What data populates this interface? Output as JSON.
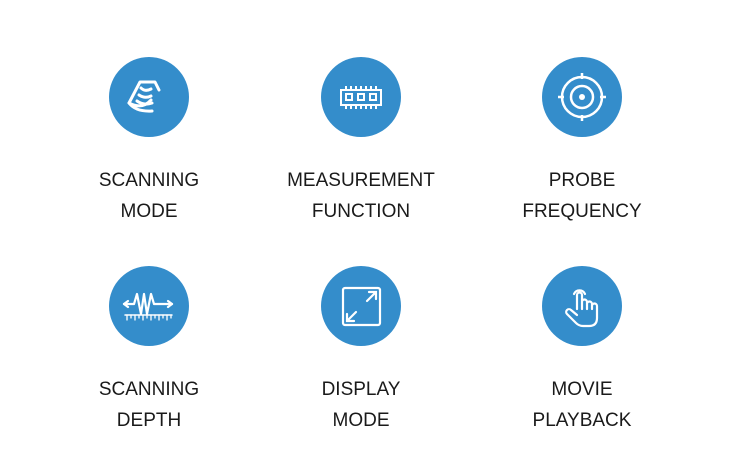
{
  "accent_color": "#348dcb",
  "features": [
    {
      "icon": "ultrasound-scan-icon",
      "line1": "SCANNING",
      "line2": "MODE"
    },
    {
      "icon": "memory-chip-icon",
      "line1": "MEASUREMENT",
      "line2": "FUNCTION"
    },
    {
      "icon": "target-crosshair-icon",
      "line1": "PROBE",
      "line2": "FREQUENCY"
    },
    {
      "icon": "depth-wave-ruler-icon",
      "line1": "SCANNING",
      "line2": "DEPTH"
    },
    {
      "icon": "expand-arrows-icon",
      "line1": "DISPLAY",
      "line2": "MODE"
    },
    {
      "icon": "touch-hand-icon",
      "line1": "MOVIE",
      "line2": "PLAYBACK"
    }
  ]
}
